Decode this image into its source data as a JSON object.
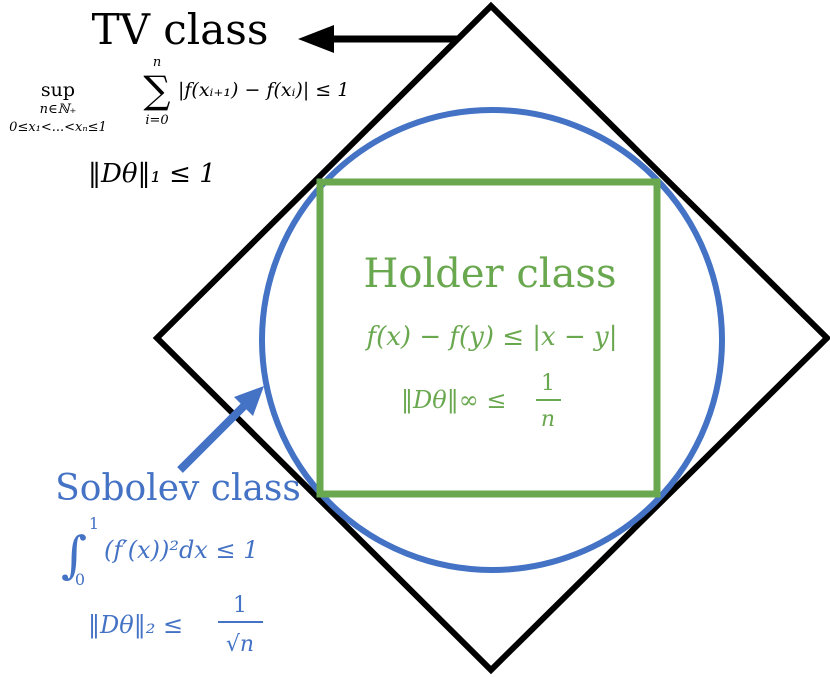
{
  "colors": {
    "tv": "#000000",
    "holder": "#6aa84f",
    "sobolev": "#4472c4",
    "background": "#ffffff"
  },
  "tv_class": {
    "title": "TV class",
    "sup_operator": "sup",
    "sup_subscript_line1": "n∈ℕ₊",
    "sup_subscript_line2": "0≤x₁<...<xₙ≤1",
    "sum_symbol": "∑",
    "sum_upper": "n",
    "sum_lower": "i=0",
    "sum_body": "|f(xᵢ₊₁) − f(xᵢ)| ≤ 1",
    "norm_constraint": "‖Dθ‖₁ ≤ 1",
    "arrow_icon": "arrow-left-icon"
  },
  "holder_class": {
    "title": "Holder class",
    "condition": "f(x) − f(y) ≤ |x − y|",
    "norm_lhs": "‖Dθ‖∞ ≤",
    "norm_numerator": "1",
    "norm_denominator": "n"
  },
  "sobolev_class": {
    "title": "Sobolev class",
    "integral_symbol": "∫",
    "integral_upper": "1",
    "integral_lower": "0",
    "integral_body": "(f′(x))²dx ≤ 1",
    "norm_lhs": "‖Dθ‖₂ ≤",
    "norm_numerator": "1",
    "norm_denominator": "√n",
    "arrow_icon": "arrow-up-right-icon"
  }
}
